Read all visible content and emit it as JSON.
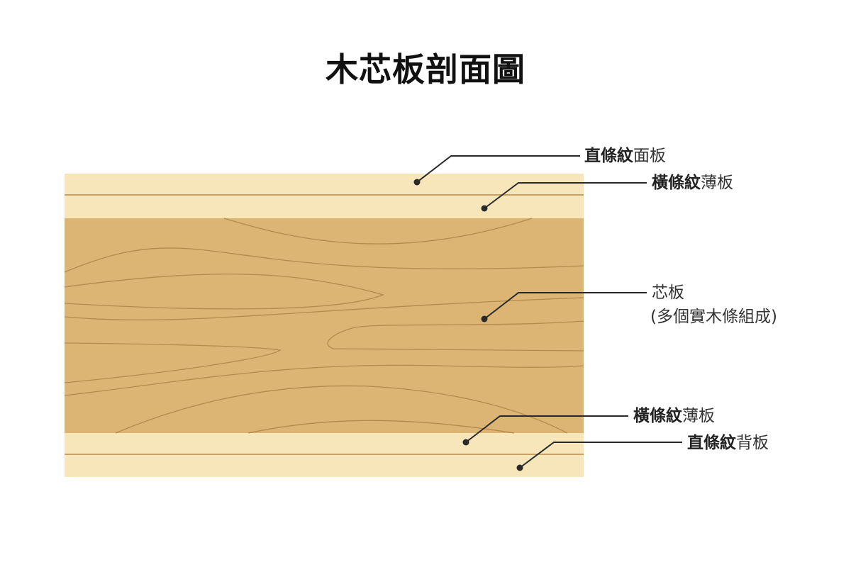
{
  "title": "木芯板剖面圖",
  "colors": {
    "veneer": "#f8e6bb",
    "core": "#dcb474",
    "grain": "#b58a4c",
    "leader": "#2a2a2a"
  },
  "labels": [
    {
      "bold": "直條紋",
      "light": "面板"
    },
    {
      "bold": "橫條紋",
      "light": "薄板"
    },
    {
      "bold": "",
      "light": "芯板",
      "sub": "(多個實木條組成)"
    },
    {
      "bold": "橫條紋",
      "light": "薄板"
    },
    {
      "bold": "直條紋",
      "light": "背板"
    }
  ]
}
